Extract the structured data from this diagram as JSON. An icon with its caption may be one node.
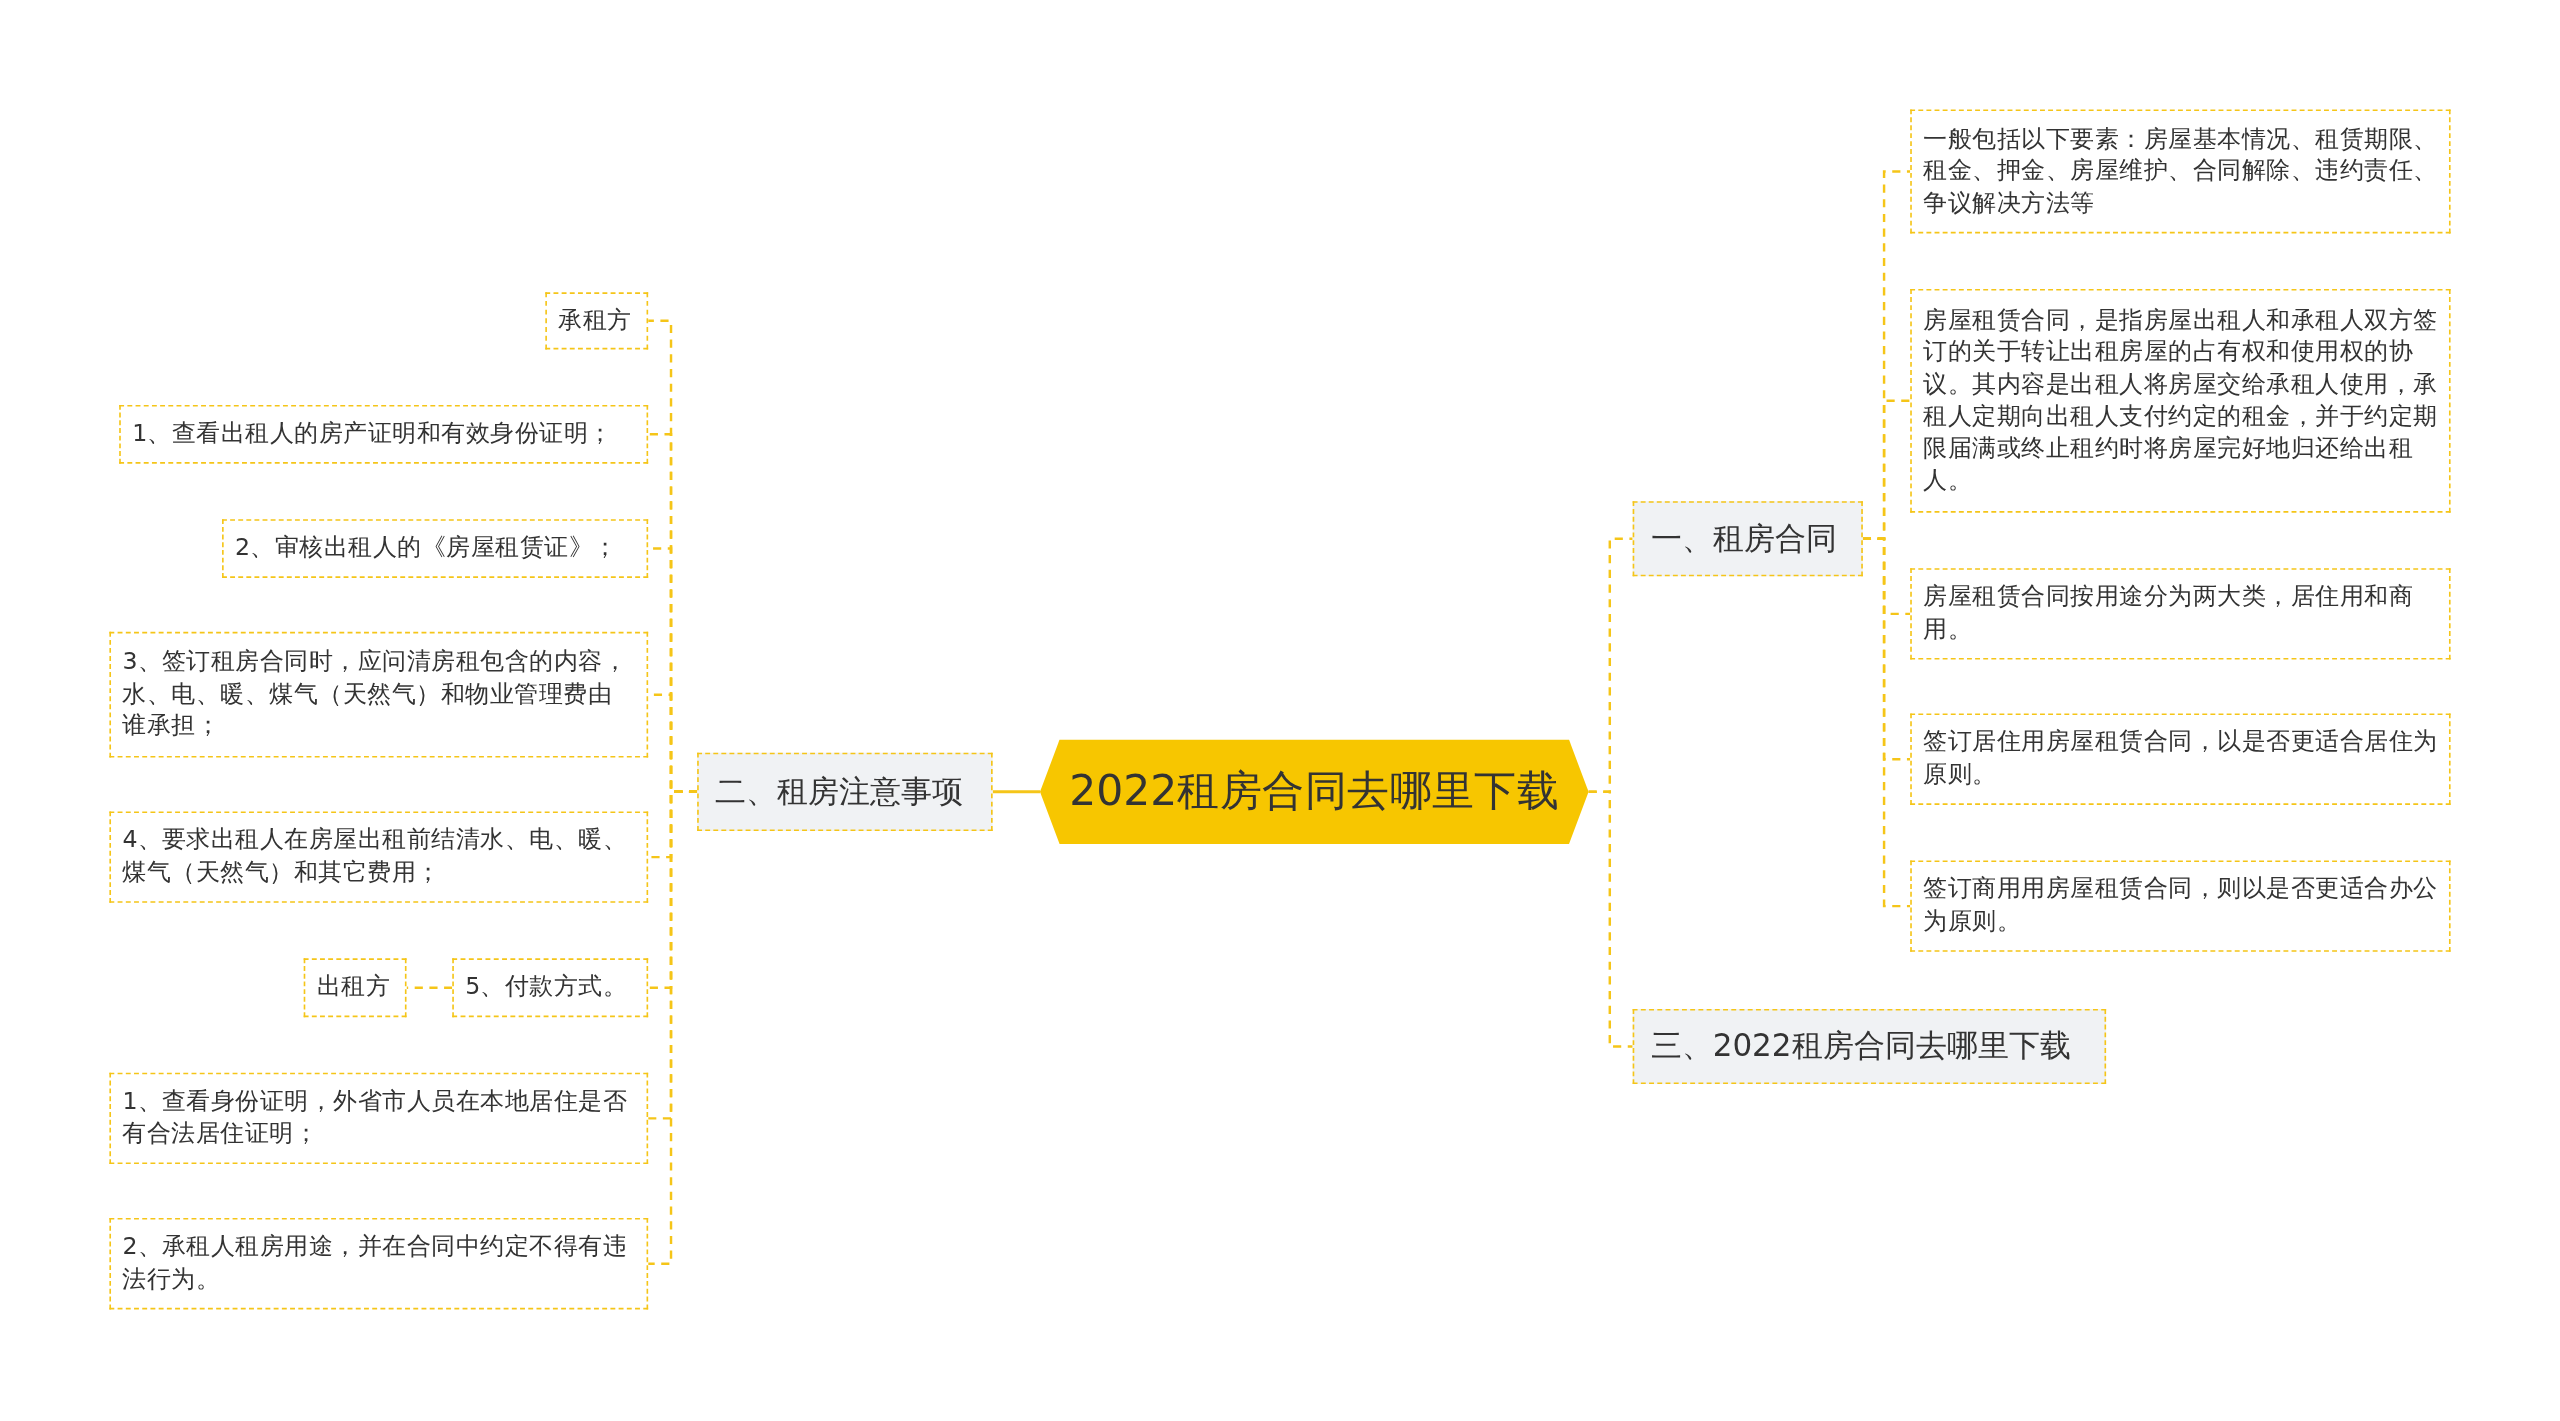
{
  "diagram": {
    "nodes": [
      {
        "text": [
          "2022租房合同去哪里下载"
        ]
      },
      {
        "text": [
          "一、租房合同"
        ]
      },
      {
        "text": [
          "一般包括以下要素：房屋基本情况、租赁期限、租金、押金、房屋维护、合同解除、违约责任、争议解决方法等"
        ]
      },
      {
        "text": [
          "房屋租赁合同，是指房屋出租人和承租人双方签订的关于转让出租房屋的占有权和使用权的协议。其内容是出租人将房屋交给承租人使用，承租人定期向出租人支付约定的租金，并于约定期限届满或终止租约时将房屋完好地归还给出租人。"
        ]
      },
      {
        "text": [
          "房屋租赁合同按用途分为两大类，居住用和商用。"
        ]
      },
      {
        "text": [
          "签订居住用房屋租赁合同，以是否更适合居住为原则。"
        ]
      },
      {
        "text": [
          "签订商用用房屋租赁合同，则以是否更适合办公为原则。"
        ]
      },
      {
        "text": [
          "三、2022租房合同去哪里下载"
        ]
      },
      {
        "text": [
          "二、租房注意事项"
        ]
      },
      {
        "text": [
          "承租方"
        ]
      },
      {
        "text": [
          "1、查看出租人的房产证明和有效身份证明；"
        ]
      },
      {
        "text": [
          "2、审核出租人的《房屋租赁证》；"
        ]
      },
      {
        "text": [
          "3、签订租房合同时，应问清房租包含的内容，水、电、暖、煤气（天然气）和物业管理费由谁承担；"
        ]
      },
      {
        "text": [
          "4、要求出租人在房屋出租前结清水、电、暖、煤气（天然气）和其它费用；"
        ]
      },
      {
        "text": [
          "5、付款方式。"
        ]
      },
      {
        "text": [
          "出租方"
        ]
      },
      {
        "text": [
          "1、查看身份证明，外省市人员在本地居住是否有合法居住证明；"
        ]
      },
      {
        "text": [
          "2、承租人租房用途，并在合同中约定不得有违法行为。"
        ]
      }
    ],
    "edges": [
      {
        "from": 0,
        "to": 1,
        "arrow": "none",
        "style": "dashed"
      },
      {
        "from": 1,
        "to": 2,
        "arrow": "none",
        "style": "dashed"
      },
      {
        "from": 1,
        "to": 3,
        "arrow": "none",
        "style": "dashed"
      },
      {
        "from": 1,
        "to": 4,
        "arrow": "none",
        "style": "dashed"
      },
      {
        "from": 1,
        "to": 5,
        "arrow": "none",
        "style": "dashed"
      },
      {
        "from": 1,
        "to": 6,
        "arrow": "none",
        "style": "dashed"
      },
      {
        "from": 0,
        "to": 7,
        "arrow": "none",
        "style": "dashed"
      },
      {
        "from": 0,
        "to": 8,
        "arrow": "none"
      },
      {
        "from": 8,
        "to": 9,
        "arrow": "none",
        "style": "dashed"
      },
      {
        "from": 8,
        "to": 10,
        "arrow": "none",
        "style": "dashed"
      },
      {
        "from": 8,
        "to": 11,
        "arrow": "none",
        "style": "dashed"
      },
      {
        "from": 8,
        "to": 12,
        "arrow": "none",
        "style": "dashed"
      },
      {
        "from": 8,
        "to": 13,
        "arrow": "none",
        "style": "dashed"
      },
      {
        "from": 8,
        "to": 14,
        "arrow": "none",
        "style": "dashed"
      },
      {
        "from": 14,
        "to": 15,
        "arrow": "none",
        "style": "dashed"
      },
      {
        "from": 8,
        "to": 16,
        "arrow": "none",
        "style": "dashed"
      },
      {
        "from": 8,
        "to": 17,
        "arrow": "none",
        "style": "dashed"
      }
    ]
  }
}
